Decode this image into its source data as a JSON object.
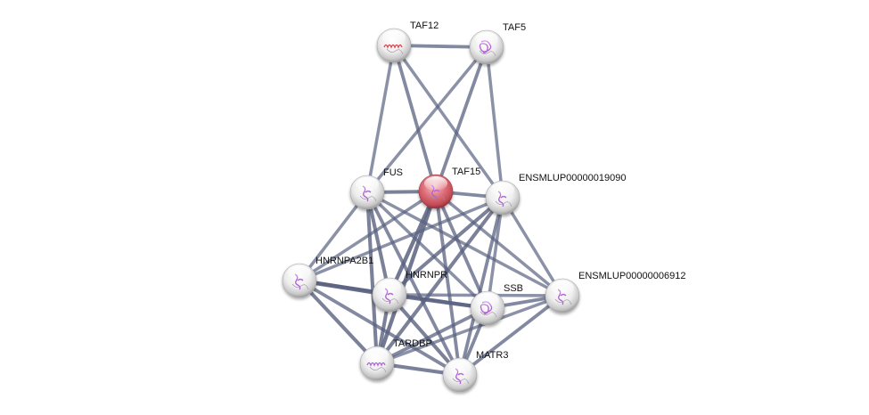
{
  "network": {
    "type": "protein-interaction-network",
    "query_color": "#e0707a",
    "node_color": "#f2f2f2",
    "edge_color": "#5a6280",
    "nodes": [
      {
        "id": "TAF12",
        "label": "TAF12",
        "query": false,
        "structure": "helix-red"
      },
      {
        "id": "TAF5",
        "label": "TAF5",
        "query": false,
        "structure": "globular-purple"
      },
      {
        "id": "FUS",
        "label": "FUS",
        "query": false,
        "structure": "coil-purple"
      },
      {
        "id": "TAF15",
        "label": "TAF15",
        "query": true,
        "structure": "coil-purple"
      },
      {
        "id": "ENSMLUP00000019090",
        "label": "ENSMLUP00000019090",
        "query": false,
        "structure": "coil-purple"
      },
      {
        "id": "HNRNPA2B1",
        "label": "HNRNPA2B1",
        "query": false,
        "structure": "coil-purple"
      },
      {
        "id": "HNRNPR",
        "label": "HNRNPR",
        "query": false,
        "structure": "coil-purple"
      },
      {
        "id": "SSB",
        "label": "SSB",
        "query": false,
        "structure": "globular-purple"
      },
      {
        "id": "ENSMLUP00000006912",
        "label": "ENSMLUP00000006912",
        "query": false,
        "structure": "coil-purple"
      },
      {
        "id": "TARDBP",
        "label": "TARDBP",
        "query": false,
        "structure": "helix-purple"
      },
      {
        "id": "MATR3",
        "label": "MATR3",
        "query": false,
        "structure": "coil-purple"
      }
    ],
    "edges": [
      {
        "source": "TAF12",
        "target": "TAF5",
        "weight": 0.6
      },
      {
        "source": "TAF12",
        "target": "FUS",
        "weight": 0.5
      },
      {
        "source": "TAF12",
        "target": "TAF15",
        "weight": 0.6
      },
      {
        "source": "TAF12",
        "target": "ENSMLUP00000019090",
        "weight": 0.5
      },
      {
        "source": "TAF5",
        "target": "FUS",
        "weight": 0.5
      },
      {
        "source": "TAF5",
        "target": "TAF15",
        "weight": 0.6
      },
      {
        "source": "TAF5",
        "target": "ENSMLUP00000019090",
        "weight": 0.5
      },
      {
        "source": "FUS",
        "target": "TAF15",
        "weight": 0.7
      },
      {
        "source": "FUS",
        "target": "HNRNPA2B1",
        "weight": 0.5
      },
      {
        "source": "FUS",
        "target": "HNRNPR",
        "weight": 0.7
      },
      {
        "source": "FUS",
        "target": "SSB",
        "weight": 0.5
      },
      {
        "source": "FUS",
        "target": "ENSMLUP00000006912",
        "weight": 0.5
      },
      {
        "source": "FUS",
        "target": "TARDBP",
        "weight": 0.7
      },
      {
        "source": "FUS",
        "target": "MATR3",
        "weight": 0.6
      },
      {
        "source": "TAF15",
        "target": "ENSMLUP00000019090",
        "weight": 0.6
      },
      {
        "source": "TAF15",
        "target": "HNRNPA2B1",
        "weight": 0.5
      },
      {
        "source": "TAF15",
        "target": "HNRNPR",
        "weight": 0.8
      },
      {
        "source": "TAF15",
        "target": "SSB",
        "weight": 0.6
      },
      {
        "source": "TAF15",
        "target": "ENSMLUP00000006912",
        "weight": 0.5
      },
      {
        "source": "TAF15",
        "target": "TARDBP",
        "weight": 0.8
      },
      {
        "source": "TAF15",
        "target": "MATR3",
        "weight": 0.6
      },
      {
        "source": "ENSMLUP00000019090",
        "target": "HNRNPA2B1",
        "weight": 0.5
      },
      {
        "source": "ENSMLUP00000019090",
        "target": "HNRNPR",
        "weight": 0.7
      },
      {
        "source": "ENSMLUP00000019090",
        "target": "SSB",
        "weight": 0.5
      },
      {
        "source": "ENSMLUP00000019090",
        "target": "ENSMLUP00000006912",
        "weight": 0.5
      },
      {
        "source": "ENSMLUP00000019090",
        "target": "TARDBP",
        "weight": 0.7
      },
      {
        "source": "ENSMLUP00000019090",
        "target": "MATR3",
        "weight": 0.6
      },
      {
        "source": "HNRNPA2B1",
        "target": "HNRNPR",
        "weight": 0.9
      },
      {
        "source": "HNRNPA2B1",
        "target": "SSB",
        "weight": 0.6
      },
      {
        "source": "HNRNPA2B1",
        "target": "TARDBP",
        "weight": 0.7
      },
      {
        "source": "HNRNPA2B1",
        "target": "MATR3",
        "weight": 0.6
      },
      {
        "source": "HNRNPR",
        "target": "SSB",
        "weight": 0.8
      },
      {
        "source": "HNRNPR",
        "target": "ENSMLUP00000006912",
        "weight": 0.5
      },
      {
        "source": "HNRNPR",
        "target": "TARDBP",
        "weight": 0.7
      },
      {
        "source": "HNRNPR",
        "target": "MATR3",
        "weight": 0.7
      },
      {
        "source": "SSB",
        "target": "ENSMLUP00000006912",
        "weight": 0.6
      },
      {
        "source": "SSB",
        "target": "TARDBP",
        "weight": 0.6
      },
      {
        "source": "SSB",
        "target": "MATR3",
        "weight": 0.6
      },
      {
        "source": "ENSMLUP00000006912",
        "target": "TARDBP",
        "weight": 0.5
      },
      {
        "source": "ENSMLUP00000006912",
        "target": "MATR3",
        "weight": 0.6
      },
      {
        "source": "TARDBP",
        "target": "MATR3",
        "weight": 0.7
      }
    ]
  }
}
